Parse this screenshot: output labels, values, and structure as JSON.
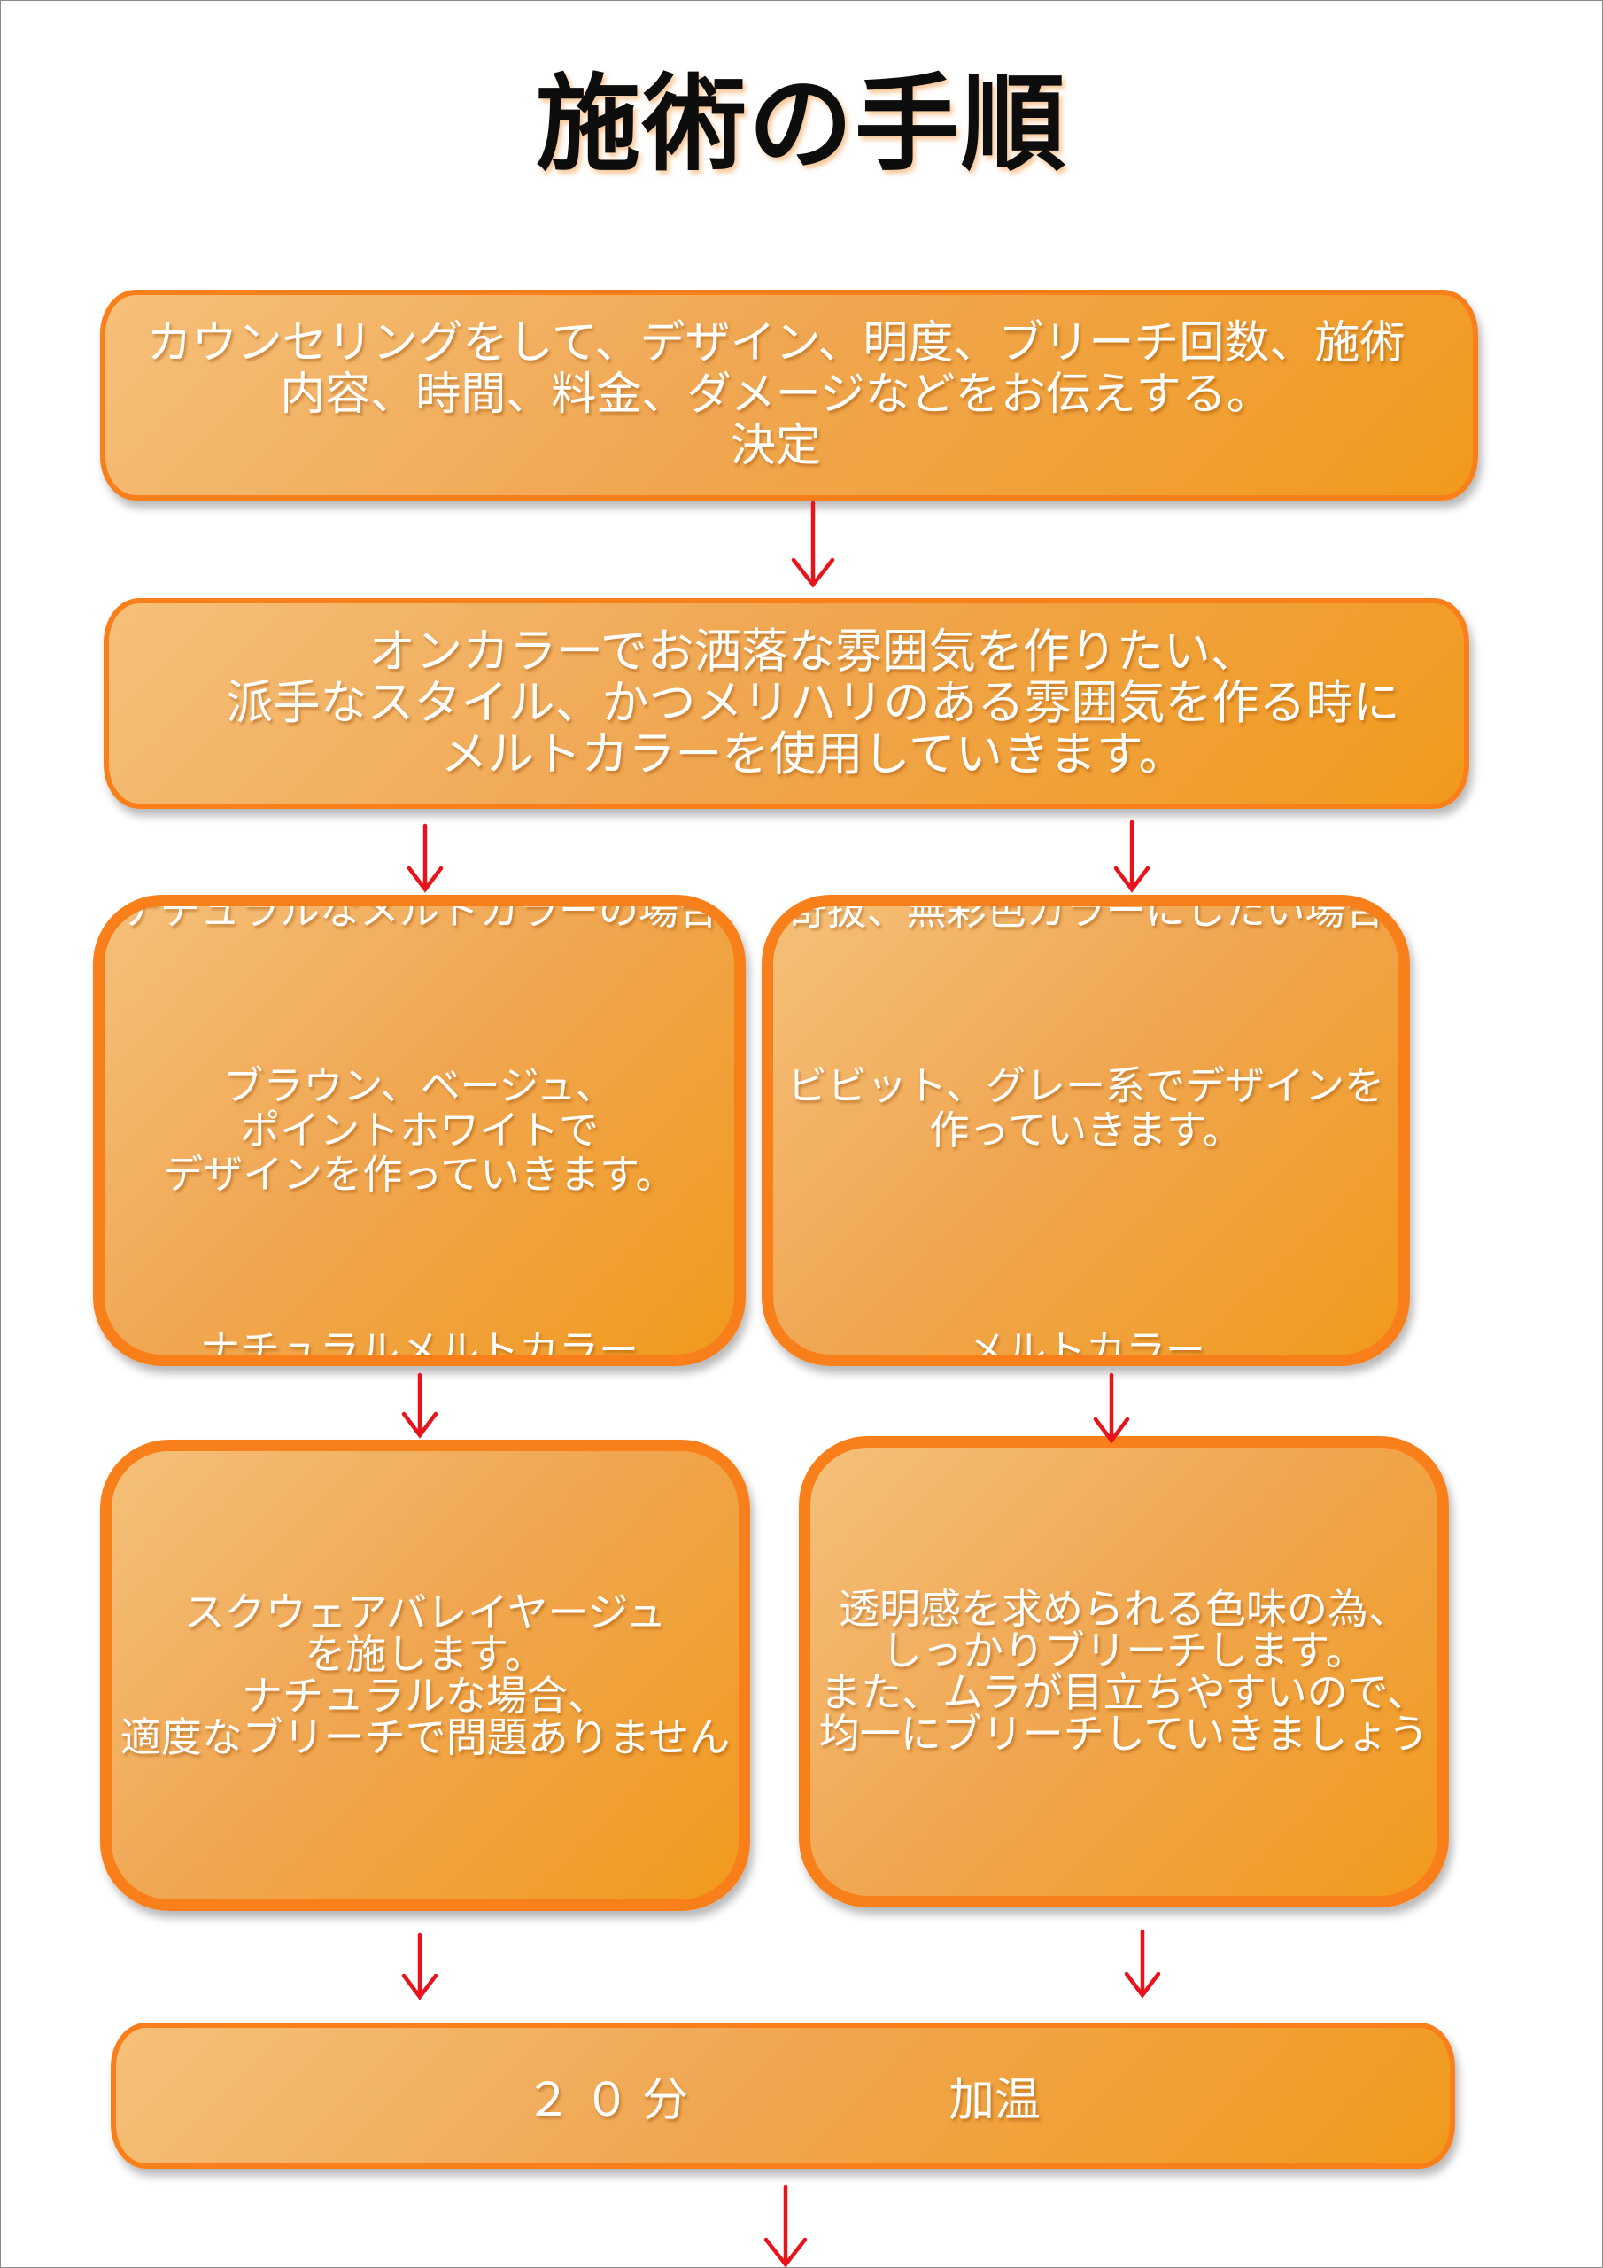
{
  "title": "施術の手順",
  "steps": {
    "counseling": "カウンセリングをして、デザイン、明度、ブリーチ回数、施術\n内容、時間、料金、ダメージなどをお伝えする。\n決定",
    "melt_intro": "オンカラーでお洒落な雰囲気を作りたい、\n派手なスタイル、かつメリハリのある雰囲気を作る時に\nメルトカラーを使用していきます。",
    "natural": {
      "heading": "ナチュラルなメルトカラーの場合",
      "body": "ブラウン、ベージュ、\nポイントホワイトで\nデザインを作っていきます。",
      "result": "ナチュラルメルトカラー"
    },
    "vivid": {
      "heading": "奇抜、無彩色カラーにしたい場合",
      "body": "ビビット、グレー系でデザインを\n作っていきます。",
      "result": "メルトカラー"
    },
    "natural_bleach": "スクウェアバレイヤージュ\nを施します。\nナチュラルな場合、\n適度なブリーチで問題ありません",
    "vivid_bleach": "透明感を求められる色味の為、\nしっかりブリーチします。\nまた、ムラが目立ちやすいので、\n均一にブリーチしていきましょう",
    "heating": {
      "time": "２０分",
      "label": "加温"
    }
  },
  "colors": {
    "box_light": "#f5c07a",
    "box_dark": "#f19a1c",
    "box_border": "#f97f1a",
    "arrow": "#e8141c"
  }
}
